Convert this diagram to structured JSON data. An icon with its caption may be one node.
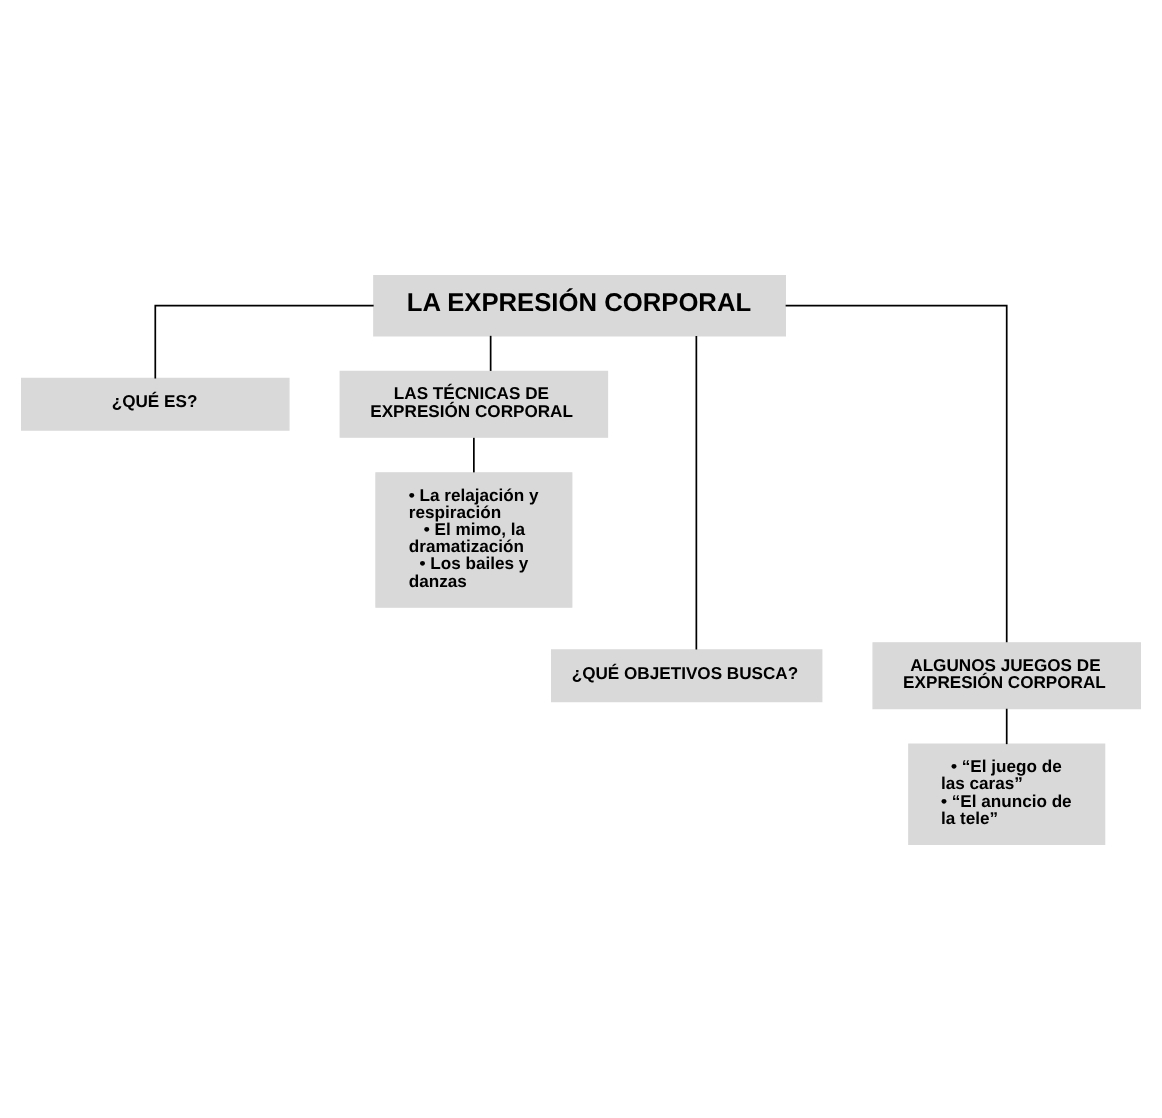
{
  "diagram": {
    "nodes": [
      {
        "text": [
          "LA EXPRESIÓN CORPORAL"
        ]
      },
      {
        "text": [
          "¿QUÉ ES?"
        ]
      },
      {
        "text": [
          "LAS TÉCNICAS DE EXPRESIÓN CORPORAL"
        ]
      },
      {
        "text": [
          "• La relajación y respiración",
          "• El mimo, la dramatización",
          "• Los bailes y danzas"
        ]
      },
      {
        "text": [
          "¿QUÉ OBJETIVOS BUSCA?"
        ]
      },
      {
        "text": [
          "ALGUNOS JUEGOS DE EXPRESIÓN CORPORAL"
        ]
      },
      {
        "text": [
          "• “El juego de las caras”",
          "• “El anuncio de la tele”"
        ]
      }
    ],
    "edges": [
      {
        "from": 0,
        "to": 1,
        "arrow": "none"
      },
      {
        "from": 0,
        "to": 2,
        "arrow": "none"
      },
      {
        "from": 2,
        "to": 3,
        "arrow": "none"
      },
      {
        "from": 0,
        "to": 4,
        "arrow": "none"
      },
      {
        "from": 0,
        "to": 5,
        "arrow": "none"
      },
      {
        "from": 5,
        "to": 6,
        "arrow": "none"
      }
    ]
  }
}
